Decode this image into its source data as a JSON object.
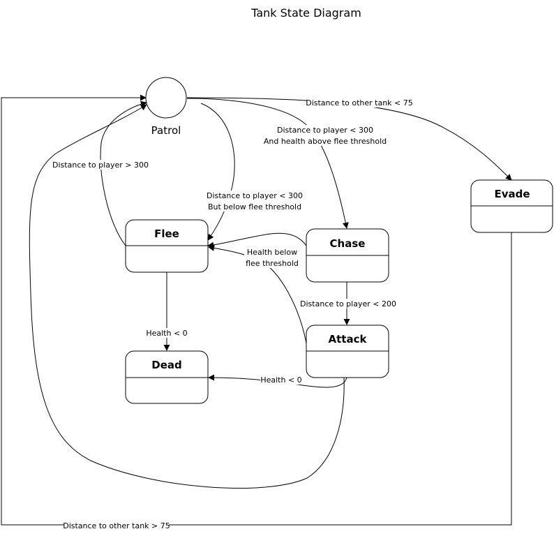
{
  "title": "Tank State Diagram",
  "states": {
    "patrol": "Patrol",
    "flee": "Flee",
    "chase": "Chase",
    "evade": "Evade",
    "attack": "Attack",
    "dead": "Dead"
  },
  "transitions": {
    "patrol_to_evade": [
      "Distance to other tank < 75"
    ],
    "patrol_to_chase": [
      "Distance to player < 300",
      "And health above flee threshold"
    ],
    "flee_to_patrol": [
      "Distance to player > 300"
    ],
    "patrol_to_flee": [
      "Distance to player < 300",
      "But below flee threshold"
    ],
    "chase_to_flee": [
      "Health below",
      "flee threshold"
    ],
    "chase_to_attack": [
      "Distance to player < 200"
    ],
    "flee_to_dead": [
      "Health < 0"
    ],
    "attack_to_dead": [
      "Health < 0"
    ],
    "evade_to_patrol": [
      "Distance to other tank > 75"
    ]
  }
}
